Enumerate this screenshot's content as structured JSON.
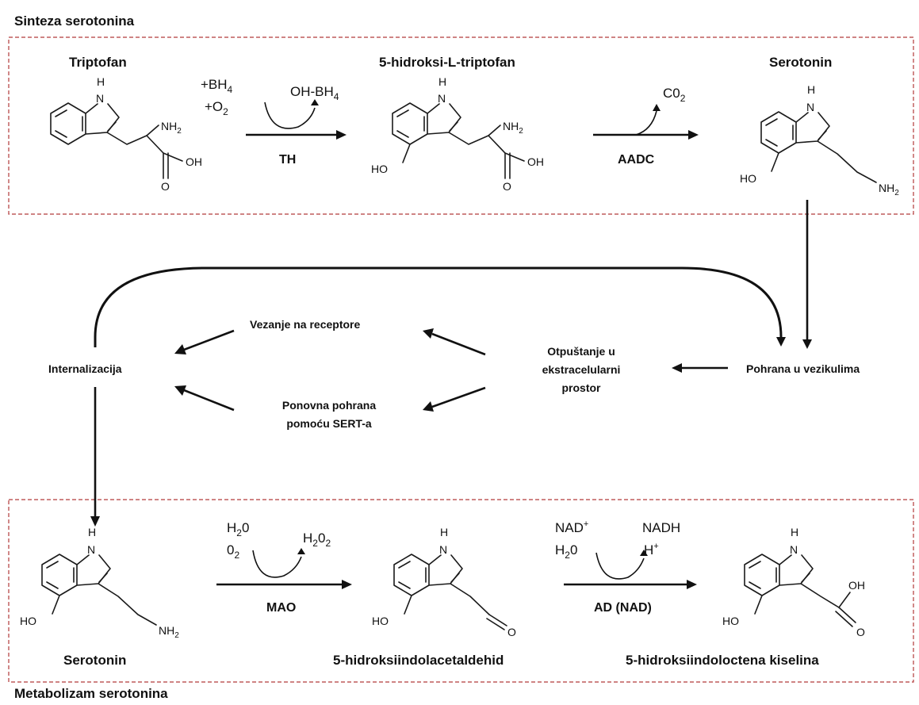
{
  "sections": {
    "synthesis_title": "Sinteza serotonina",
    "metabolism_title": "Metabolizam serotonina"
  },
  "synthesis": {
    "tryptophan_label": "Triptofan",
    "htp_label": "5-hidroksi-L-triptofan",
    "serotonin_label": "Serotonin",
    "th_cofactor_1": "+BH",
    "th_cofactor_1_sub": "4",
    "th_cofactor_2": "+O",
    "th_cofactor_2_sub": "2",
    "th_product": "OH-BH",
    "th_product_sub": "4",
    "th_enzyme": "TH",
    "aadc_product": "C0",
    "aadc_product_sub": "2",
    "aadc_enzyme": "AADC"
  },
  "cycle": {
    "storage": "Pohrana u vezikulima",
    "release_line1": "Otpuštanje u",
    "release_line2": "ekstracelularni",
    "release_line3": "prostor",
    "receptor_binding": "Vezanje na receptore",
    "reuptake_line1": "Ponovna pohrana",
    "reuptake_line2": "pomoću SERT-a",
    "internalization": "Internalizacija"
  },
  "metabolism": {
    "serotonin_label": "Serotonin",
    "aldehyde_label": "5-hidroksiindolacetaldehid",
    "acid_label": "5-hidroksiindoloctena kiselina",
    "mao_sub1": "H",
    "mao_sub1_sub": "2",
    "mao_sub1_tail": "0",
    "mao_sub2": "0",
    "mao_sub2_sub": "2",
    "mao_product": "H",
    "mao_product_sub1": "2",
    "mao_product_mid": "0",
    "mao_product_sub2": "2",
    "mao_enzyme": "MAO",
    "ad_sub1": "NAD",
    "ad_sub1_sup": "+",
    "ad_sub2": "H",
    "ad_sub2_sub": "2",
    "ad_sub2_tail": "0",
    "ad_product1": "NADH",
    "ad_product2": "H",
    "ad_product2_sup": "+",
    "ad_enzyme": "AD (NAD)"
  },
  "atoms": {
    "h": "H",
    "n": "N",
    "nh2": "NH",
    "nh2_sub": "2",
    "oh": "OH",
    "ho": "HO",
    "o": "O"
  }
}
